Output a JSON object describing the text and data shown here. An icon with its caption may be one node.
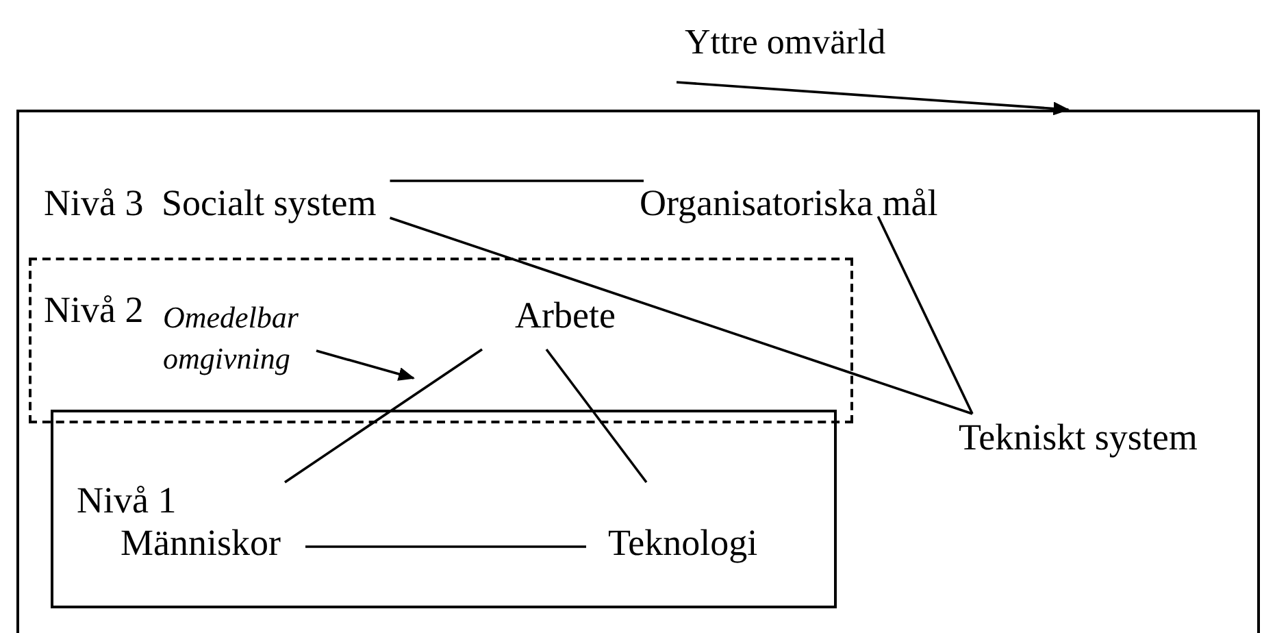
{
  "diagram": {
    "nodes": [
      {
        "text": [
          "Nivå 3"
        ]
      },
      {
        "text": [
          "Nivå 2"
        ],
        "in": 0
      },
      {
        "text": [
          "Nivå 1"
        ],
        "in": 0
      },
      {
        "text": [
          "Yttre omvärld"
        ]
      },
      {
        "text": [
          "Socialt system"
        ],
        "in": 0
      },
      {
        "text": [
          "Organisatoriska mål"
        ],
        "in": 0
      },
      {
        "text": [
          "Omedelbar omgivning"
        ],
        "in": 1
      },
      {
        "text": [
          "Arbete"
        ],
        "in": 1
      },
      {
        "text": [
          "Tekniskt system"
        ],
        "in": 0
      },
      {
        "text": [
          "Människor"
        ],
        "in": 2
      },
      {
        "text": [
          "Teknologi"
        ],
        "in": 2
      }
    ],
    "edges": [
      {
        "from": 3,
        "to": 0,
        "arrow": "to"
      },
      {
        "from": 4,
        "to": 5,
        "arrow": "none"
      },
      {
        "from": 4,
        "to": 8,
        "arrow": "none"
      },
      {
        "from": 5,
        "to": 8,
        "arrow": "none"
      },
      {
        "from": 6,
        "to": 2,
        "arrow": "to"
      },
      {
        "from": 7,
        "to": 9,
        "arrow": "none"
      },
      {
        "from": 7,
        "to": 10,
        "arrow": "none"
      },
      {
        "from": 9,
        "to": 10,
        "arrow": "none"
      }
    ]
  }
}
